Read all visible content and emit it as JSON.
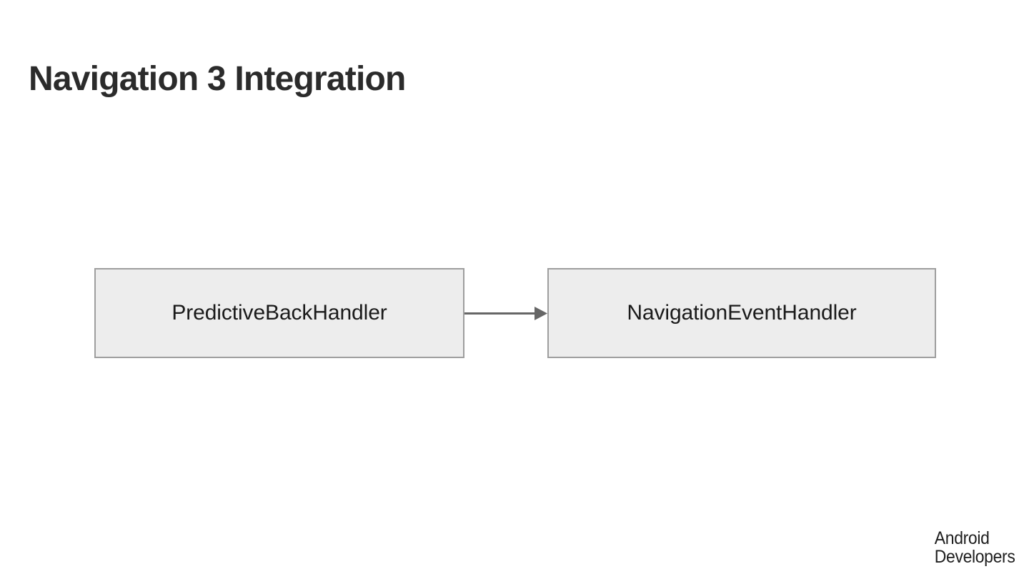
{
  "slide": {
    "title": "Navigation 3 Integration",
    "background_color": "#ffffff",
    "title_color": "#2b2b2b"
  },
  "diagram": {
    "type": "flow",
    "node_fill_color": "#ededed",
    "node_border_color": "#9e9e9e",
    "node_text_color": "#1a1a1a",
    "connector_color": "#666666",
    "nodes": [
      {
        "id": "predictive-back-handler",
        "label": "PredictiveBackHandler"
      },
      {
        "id": "navigation-event-handler",
        "label": "NavigationEventHandler"
      }
    ],
    "edges": [
      {
        "from": "predictive-back-handler",
        "to": "navigation-event-handler",
        "label": "",
        "arrow": "single"
      }
    ]
  },
  "brand": {
    "line1": "Android",
    "line2": "Developers",
    "color": "#1f1f1f"
  }
}
